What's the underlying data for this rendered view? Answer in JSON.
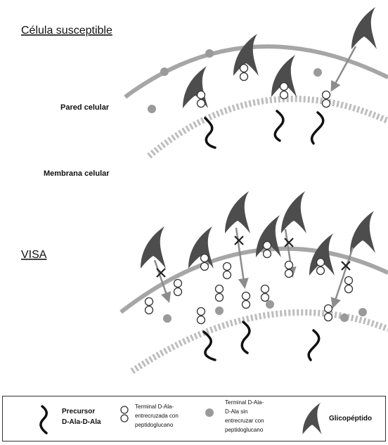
{
  "titles": {
    "susceptible": "Célula susceptible",
    "visa": "VISA"
  },
  "labels": {
    "cell_wall": "Pared celular",
    "cell_membrane": "Membrana celular"
  },
  "legend": {
    "precursor_line1": "Precursor",
    "precursor_line2": "D-Ala-D-Ala",
    "crosslinked_line1": "Terminal D-Ala-",
    "crosslinked_line2": "entrecruzada con",
    "crosslinked_line3": "peptidoglucano",
    "noncrosslinked_line1": "Terminal D-Ala-",
    "noncrosslinked_line2": "D-Ala sin",
    "noncrosslinked_line3": "entrecruzar con",
    "noncrosslinked_line4": "peptidoglucano",
    "glycopeptide": "Glicopéptido"
  },
  "colors": {
    "wall": "#a6a6a6",
    "glycopeptide": "#4d4d4d",
    "precursor": "#111111",
    "dot": "#9a9a9a"
  }
}
